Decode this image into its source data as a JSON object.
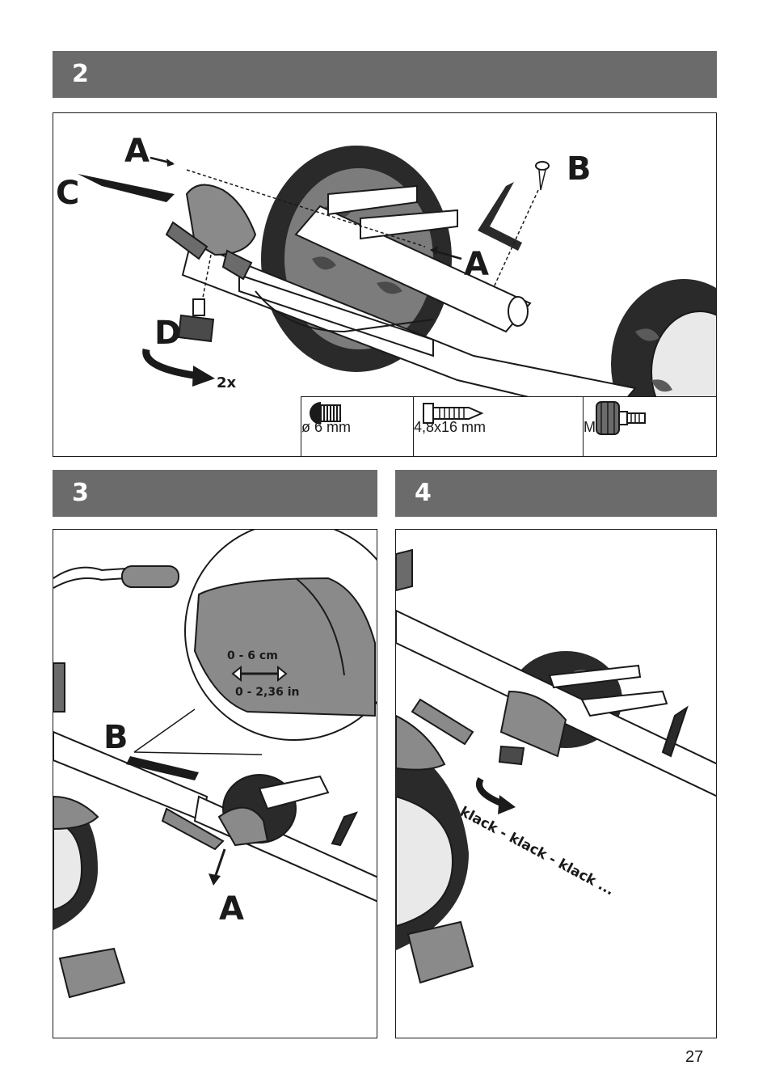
{
  "steps": {
    "step2": {
      "number": "2"
    },
    "step3": {
      "number": "3"
    },
    "step4": {
      "number": "4"
    }
  },
  "panel2": {
    "callouts": {
      "a_top": "A",
      "a_bottom": "A",
      "b": "B",
      "c": "C",
      "d": "D"
    },
    "turn_count": "2x",
    "hardware": [
      {
        "icon": "plug-cap-icon",
        "label": "ø 6 mm"
      },
      {
        "icon": "screw-icon",
        "label": "4,8x16 mm"
      },
      {
        "icon": "knob-bolt-icon",
        "label": "M 12"
      }
    ]
  },
  "panel3": {
    "callouts": {
      "a": "A",
      "b": "B"
    },
    "range_cm": "0 - 6 cm",
    "range_in": "0 - 2,36 in"
  },
  "panel4": {
    "sound_text": "klack - klack - klack ..."
  },
  "page_number": "27",
  "colors": {
    "bar": "#6b6b6b",
    "line": "#1a1a1a",
    "part_gray": "#8a8a8a",
    "dark_gray": "#4a4a4a"
  }
}
